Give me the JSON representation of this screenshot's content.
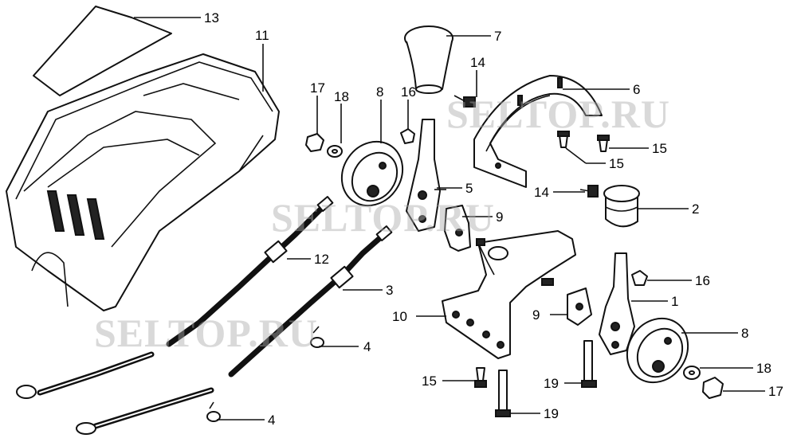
{
  "watermarks": [
    "SELTOP.RU",
    "SELTOP.RU",
    "SELTOP.RU"
  ],
  "callouts": {
    "c13": "13",
    "c11": "11",
    "c7": "7",
    "c14a": "14",
    "c17a": "17",
    "c18a": "18",
    "c8a": "8",
    "c16a": "16",
    "c6": "6",
    "c15a": "15",
    "c15b": "15",
    "c14b": "14",
    "c2": "2",
    "c5": "5",
    "c9a": "9",
    "c12": "12",
    "c16b": "16",
    "c1": "1",
    "c3": "3",
    "c9b": "9",
    "c10": "10",
    "c4a": "4",
    "c8b": "8",
    "c18b": "18",
    "c15c": "15",
    "c19a": "19",
    "c17b": "17",
    "c4b": "4",
    "c19b": "19"
  }
}
